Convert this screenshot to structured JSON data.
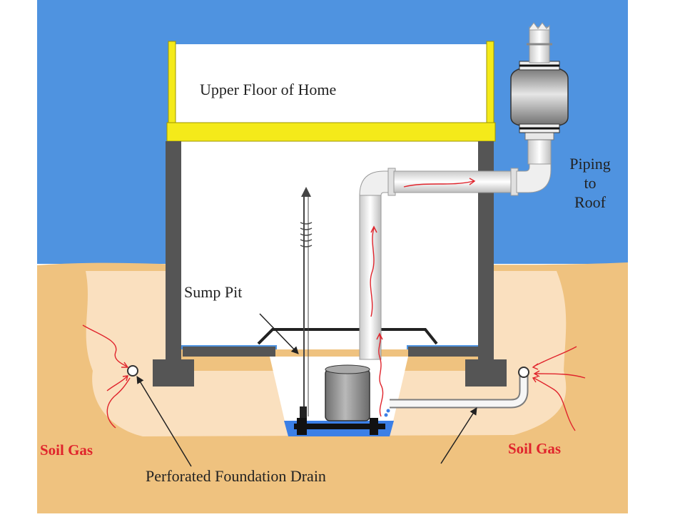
{
  "labels": {
    "upper_floor": "Upper Floor of Home",
    "piping_line1": "Piping",
    "piping_line2": "to",
    "piping_line3": "Roof",
    "sump_pit": "Sump Pit",
    "soil_gas_left": "Soil Gas",
    "soil_gas_right": "Soil Gas",
    "foundation_drain": "Perforated Foundation Drain"
  },
  "colors": {
    "sky": "#4f93e0",
    "soil": "#efc27f",
    "soil_light": "#fae0bf",
    "floor_frame": "#f4ea1a",
    "wall": "#555555",
    "pipe": "#f4f4f4",
    "gas_arrow": "#e0242c",
    "water": "#3b7fe6"
  }
}
